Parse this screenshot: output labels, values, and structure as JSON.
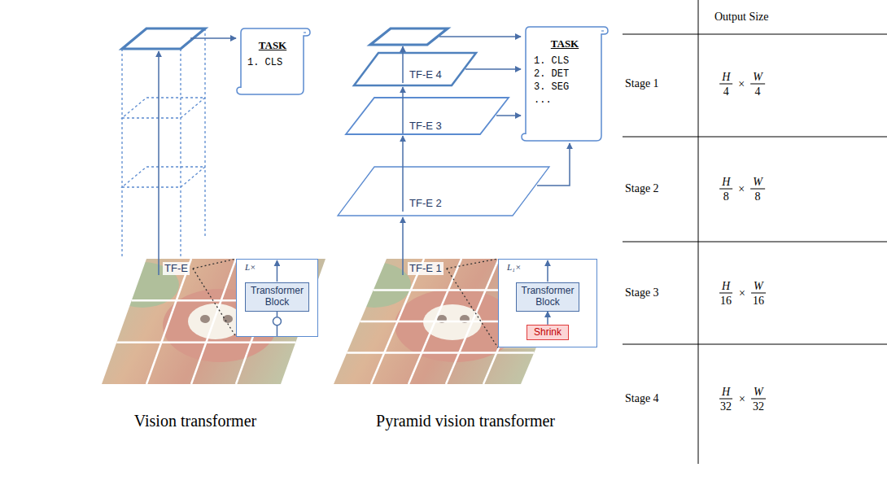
{
  "diagram": {
    "nodes": [
      {
        "text": [
          "TASK",
          "1. CLS"
        ]
      },
      {
        "text": [
          "L×"
        ]
      },
      {
        "text": [
          "Transformer Block"
        ],
        "in": 1
      },
      {
        "text": [
          "TASK",
          "1. CLS",
          "2. DET",
          "3. SEG",
          "..."
        ]
      },
      {
        "text": [
          "L₁×"
        ]
      },
      {
        "text": [
          "Transformer Block"
        ],
        "in": 4
      },
      {
        "text": [
          "Shrink"
        ],
        "in": 4
      }
    ],
    "edges": [
      {
        "from": 6,
        "to": 5,
        "arrow": "to"
      }
    ],
    "labels": [
      "TF-E",
      "TF-E 1",
      "TF-E 2",
      "TF-E 3",
      "TF-E 4",
      "Vision transformer",
      "Pyramid vision transformer",
      "Output Size",
      "Stage 1",
      "H",
      "4",
      "×",
      "W",
      "4",
      "Stage 2",
      "H",
      "8",
      "×",
      "W",
      "8",
      "Stage 3",
      "H",
      "16",
      "×",
      "W",
      "16",
      "Stage 4",
      "H",
      "32",
      "×",
      "W",
      "32"
    ]
  }
}
